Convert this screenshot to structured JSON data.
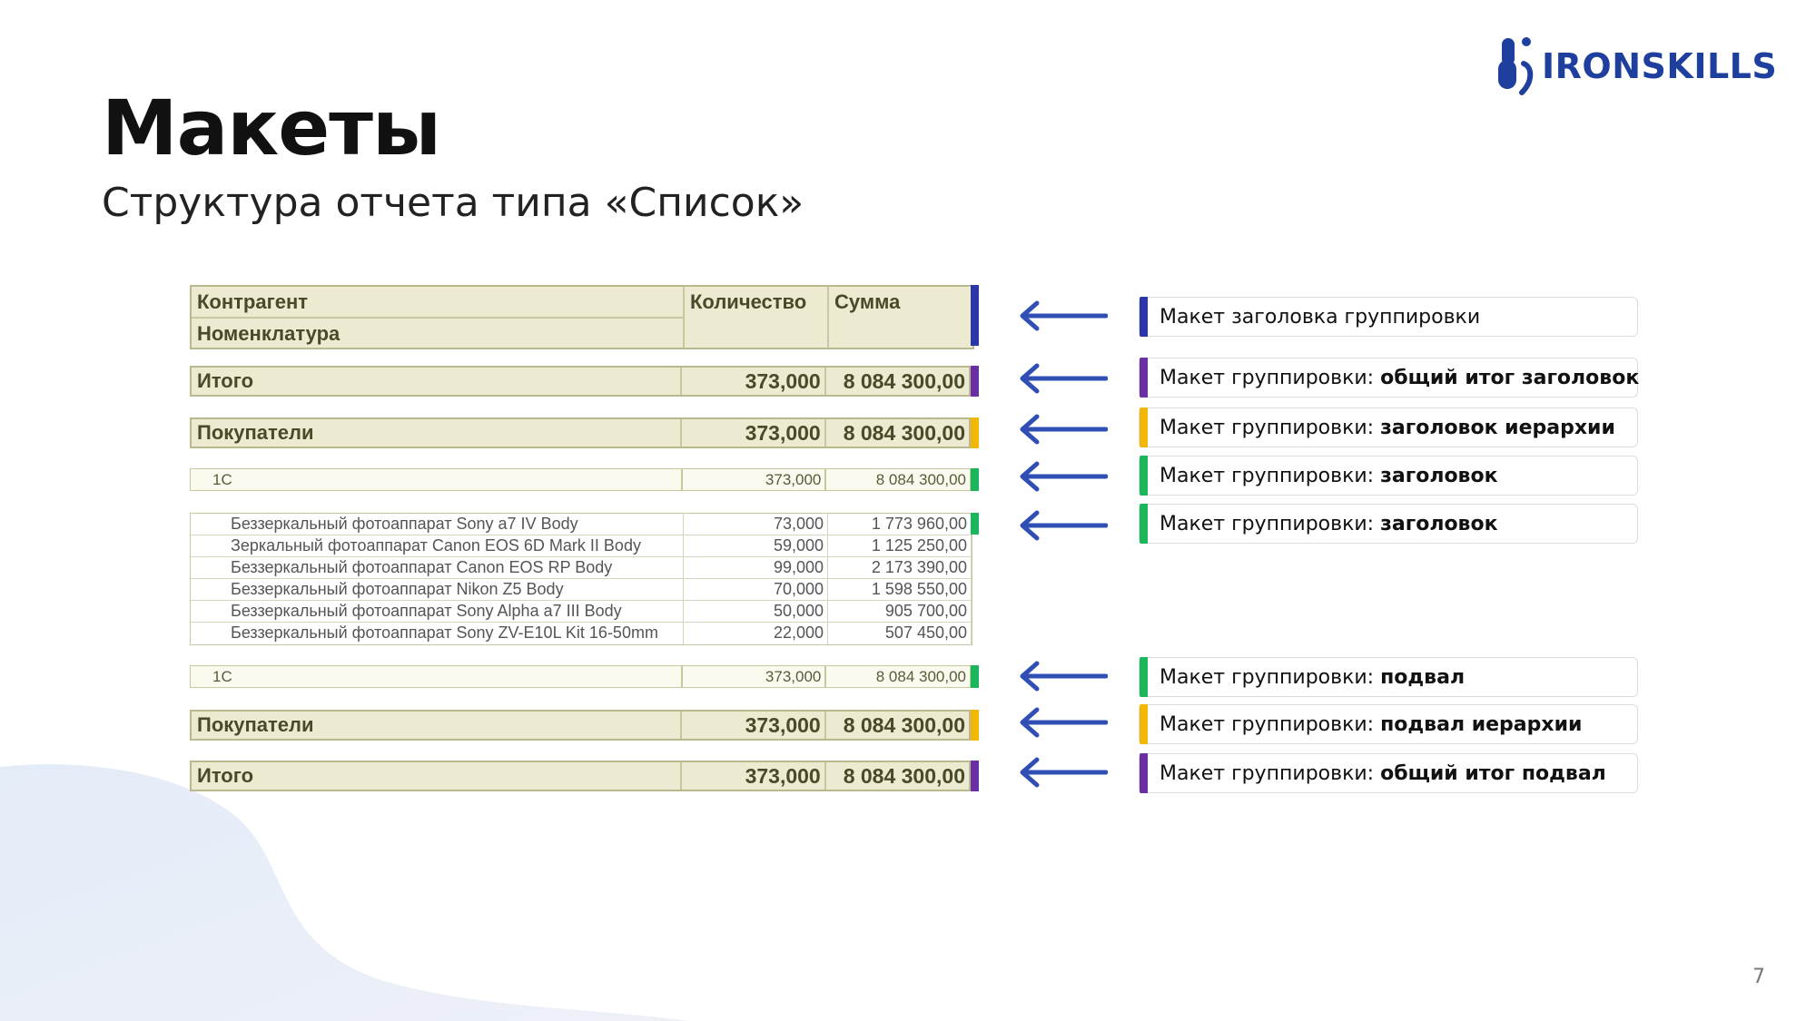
{
  "slide": {
    "title": "Макеты",
    "subtitle": "Структура отчета типа «Список»",
    "logo_text": "IRONSKILLS",
    "page_number": "7"
  },
  "colors": {
    "purple": "#6a2fa5",
    "navy": "#2b36a8",
    "yellow": "#f2b705",
    "green": "#1bb55c",
    "arrow": "#2f4fb5"
  },
  "report": {
    "header": {
      "col1_line1": "Контрагент",
      "col1_line2": "Номенклатура",
      "col2": "Количество",
      "col3": "Сумма"
    },
    "total_top": {
      "label": "Итого",
      "qty": "373,000",
      "sum": "8 084 300,00"
    },
    "group_top": {
      "label": "Покупатели",
      "qty": "373,000",
      "sum": "8 084 300,00"
    },
    "sub_top": {
      "label": "1С",
      "qty": "373,000",
      "sum": "8 084 300,00"
    },
    "items": [
      {
        "name": "Беззеркальный фотоаппарат Sony a7 IV Body",
        "qty": "73,000",
        "sum": "1 773 960,00"
      },
      {
        "name": "Зеркальный фотоаппарат Canon EOS 6D Mark II Body",
        "qty": "59,000",
        "sum": "1 125 250,00"
      },
      {
        "name": "Беззеркальный фотоаппарат Canon EOS RP Body",
        "qty": "99,000",
        "sum": "2 173 390,00"
      },
      {
        "name": "Беззеркальный фотоаппарат Nikon Z5 Body",
        "qty": "70,000",
        "sum": "1 598 550,00"
      },
      {
        "name": "Беззеркальный фотоаппарат Sony Alpha a7 III Body",
        "qty": "50,000",
        "sum": "905 700,00"
      },
      {
        "name": "Беззеркальный фотоаппарат Sony ZV-E10L Kit 16-50mm",
        "qty": "22,000",
        "sum": "507 450,00"
      }
    ],
    "sub_bottom": {
      "label": "1С",
      "qty": "373,000",
      "sum": "8 084 300,00"
    },
    "group_bottom": {
      "label": "Покупатели",
      "qty": "373,000",
      "sum": "8 084 300,00"
    },
    "total_bottom": {
      "label": "Итого",
      "qty": "373,000",
      "sum": "8 084 300,00"
    }
  },
  "annotations": [
    {
      "prefix": "Макет заголовка группировки",
      "bold": "",
      "color": "navy"
    },
    {
      "prefix": "Макет группировки: ",
      "bold": "общий итог заголовок",
      "color": "purple"
    },
    {
      "prefix": "Макет группировки: ",
      "bold": "заголовок иерархии",
      "color": "yellow"
    },
    {
      "prefix": "Макет группировки: ",
      "bold": "заголовок",
      "color": "green"
    },
    {
      "prefix": "Макет группировки: ",
      "bold": "заголовок",
      "color": "green"
    },
    {
      "prefix": "Макет группировки: ",
      "bold": "подвал",
      "color": "green"
    },
    {
      "prefix": "Макет группировки: ",
      "bold": "подвал иерархии",
      "color": "yellow"
    },
    {
      "prefix": "Макет группировки: ",
      "bold": "общий итог подвал",
      "color": "purple"
    }
  ]
}
